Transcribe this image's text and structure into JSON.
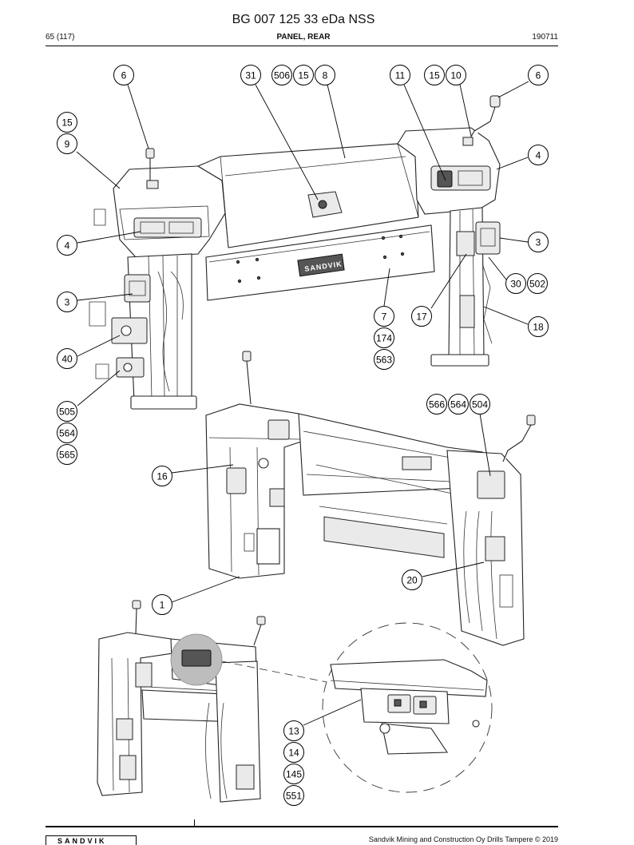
{
  "document": {
    "title": "BG 007 125 33 eDa NSS",
    "page_counter": "65 (117)",
    "section_title": "PANEL, REAR",
    "doc_code": "190711",
    "footer_text": "Sandvik Mining and Construction Oy Drills Tampere © 2019",
    "brand_logo_text": "SANDVIK"
  },
  "figure": {
    "panel_brand_label": "SANDVIK",
    "callouts": [
      {
        "id": "c-6a",
        "label": "6"
      },
      {
        "id": "c-31",
        "label": "31"
      },
      {
        "id": "c-506",
        "label": "506"
      },
      {
        "id": "c-15a",
        "label": "15"
      },
      {
        "id": "c-8",
        "label": "8"
      },
      {
        "id": "c-11",
        "label": "11"
      },
      {
        "id": "c-15b",
        "label": "15"
      },
      {
        "id": "c-10",
        "label": "10"
      },
      {
        "id": "c-6b",
        "label": "6"
      },
      {
        "id": "c-15c",
        "label": "15"
      },
      {
        "id": "c-9",
        "label": "9"
      },
      {
        "id": "c-4a",
        "label": "4"
      },
      {
        "id": "c-4b",
        "label": "4"
      },
      {
        "id": "c-3a",
        "label": "3"
      },
      {
        "id": "c-3b",
        "label": "3"
      },
      {
        "id": "c-30",
        "label": "30"
      },
      {
        "id": "c-502",
        "label": "502"
      },
      {
        "id": "c-7",
        "label": "7"
      },
      {
        "id": "c-17",
        "label": "17"
      },
      {
        "id": "c-18",
        "label": "18"
      },
      {
        "id": "c-174",
        "label": "174"
      },
      {
        "id": "c-40",
        "label": "40"
      },
      {
        "id": "c-563",
        "label": "563"
      },
      {
        "id": "c-505",
        "label": "505"
      },
      {
        "id": "c-564a",
        "label": "564"
      },
      {
        "id": "c-565",
        "label": "565"
      },
      {
        "id": "c-566",
        "label": "566"
      },
      {
        "id": "c-564b",
        "label": "564"
      },
      {
        "id": "c-504",
        "label": "504"
      },
      {
        "id": "c-16",
        "label": "16"
      },
      {
        "id": "c-20",
        "label": "20"
      },
      {
        "id": "c-1",
        "label": "1"
      },
      {
        "id": "c-13",
        "label": "13"
      },
      {
        "id": "c-14",
        "label": "14"
      },
      {
        "id": "c-145",
        "label": "145"
      },
      {
        "id": "c-551",
        "label": "551"
      }
    ]
  }
}
